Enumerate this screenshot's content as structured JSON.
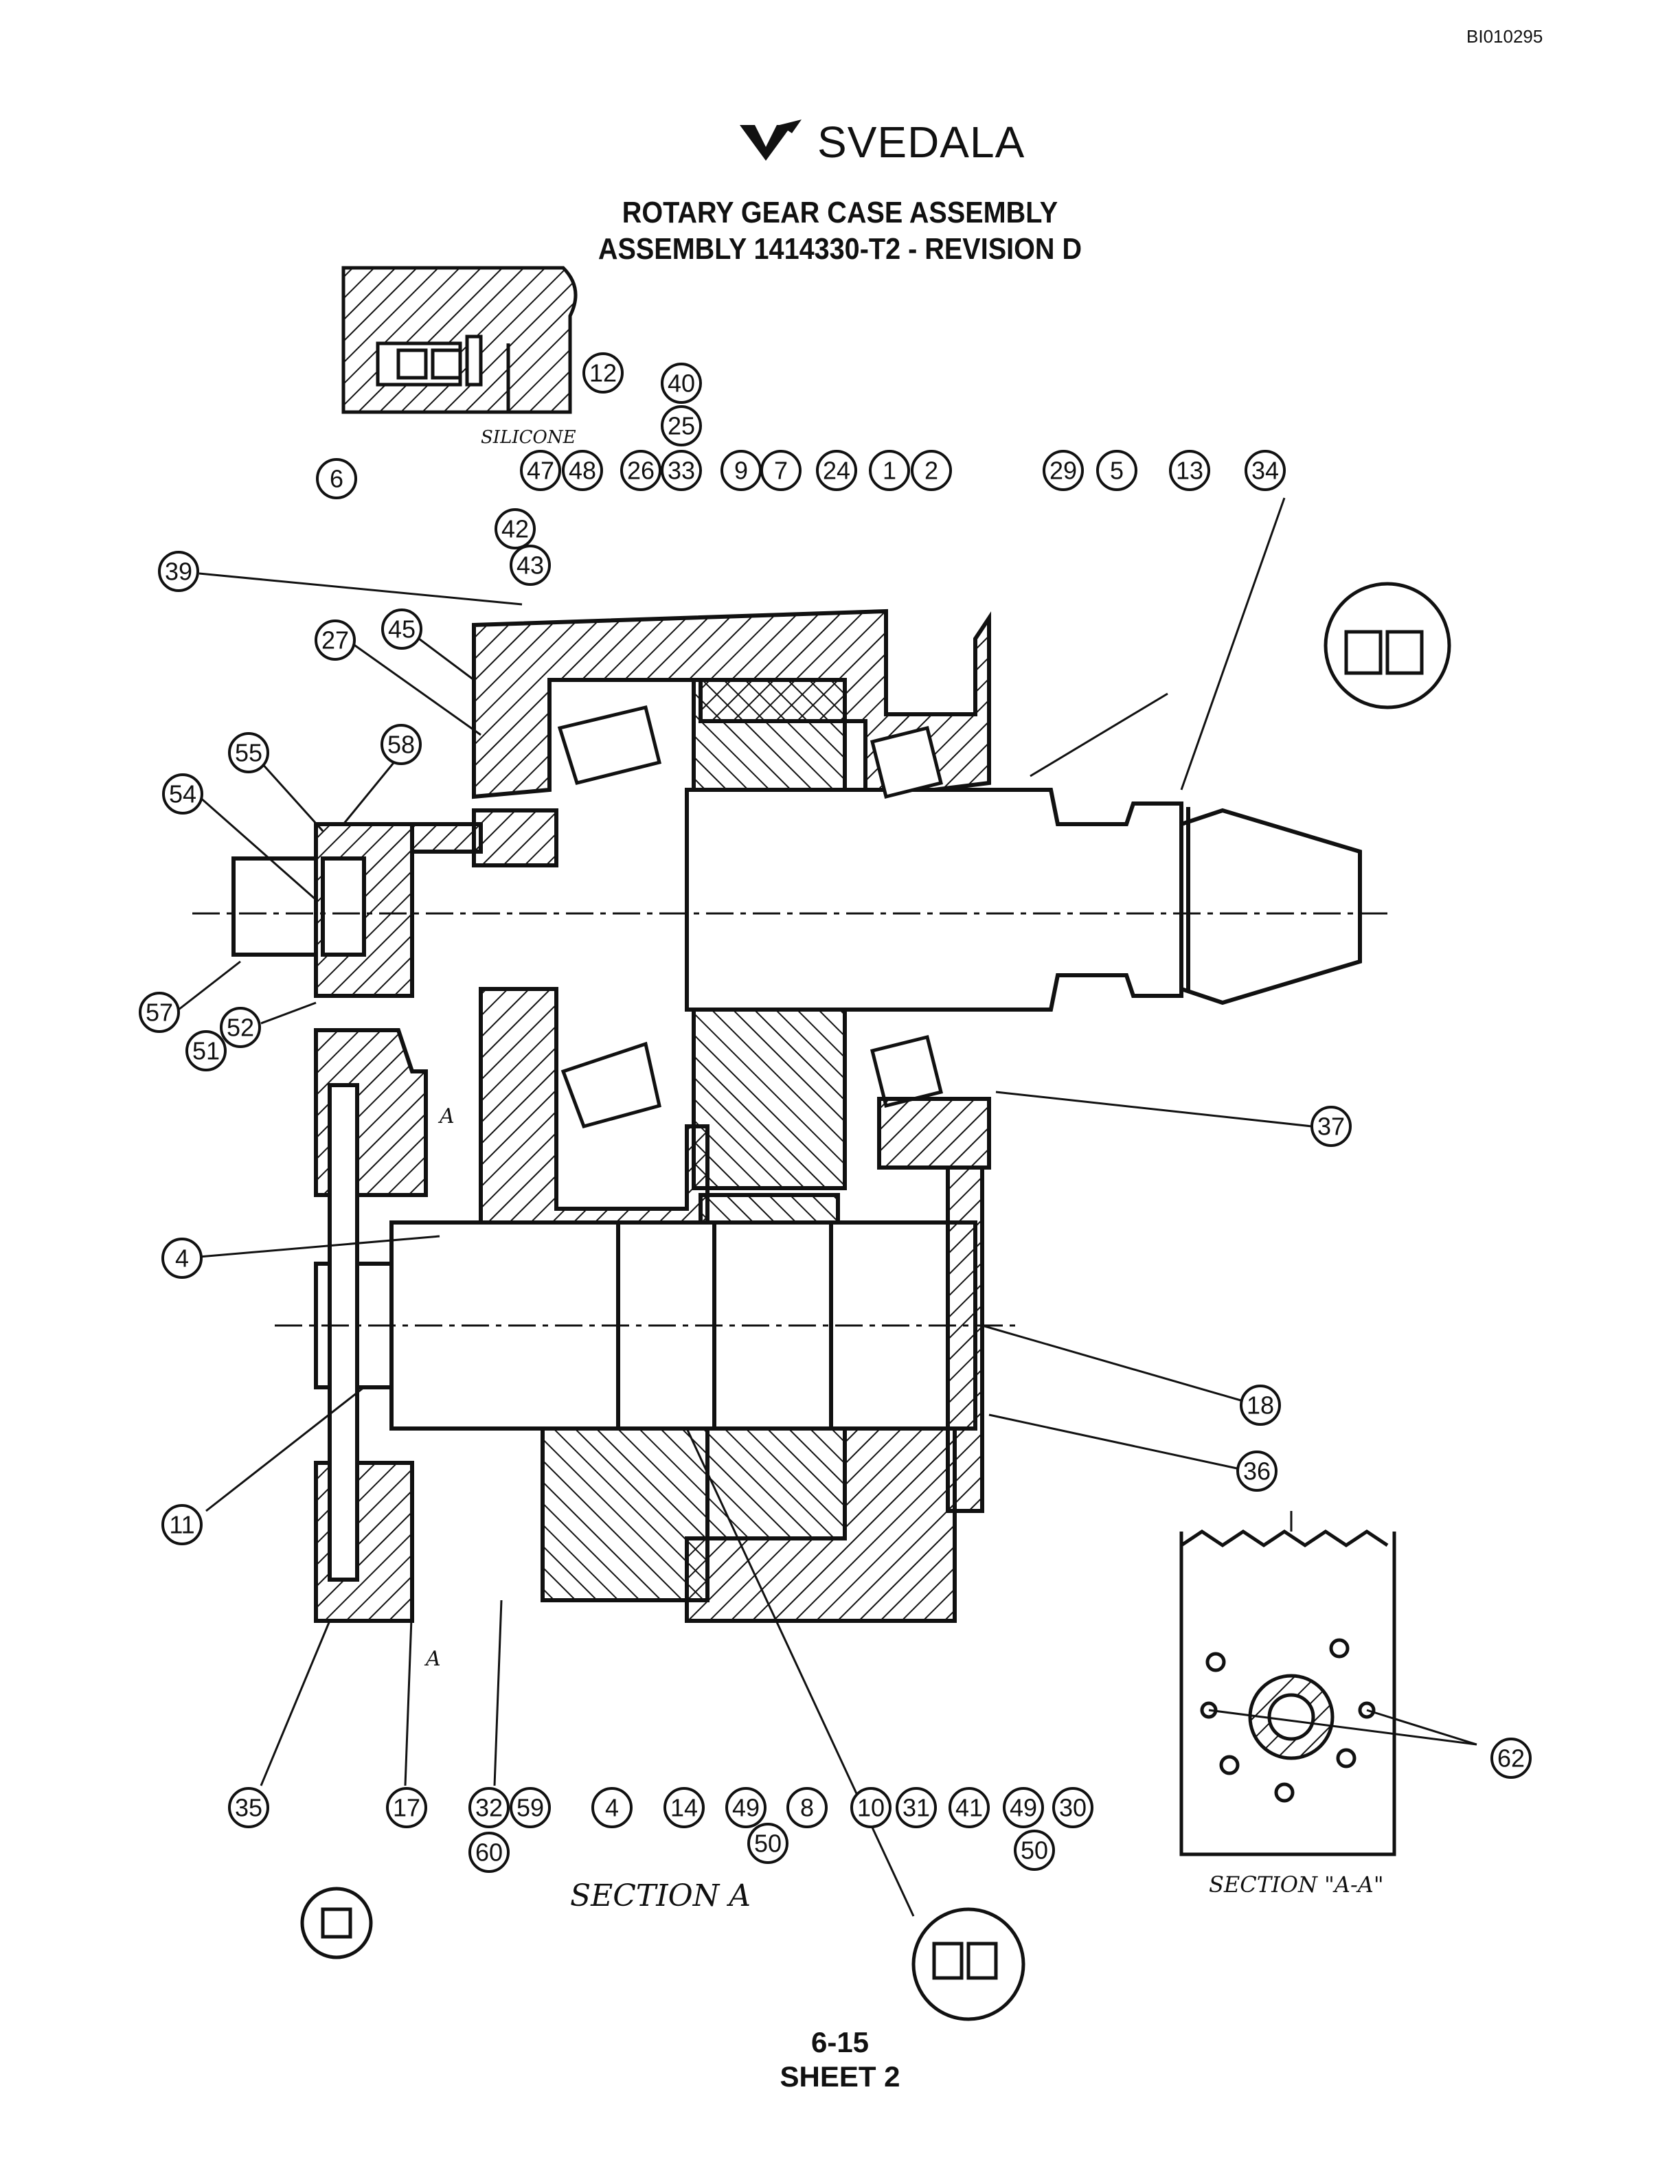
{
  "document_id": "BI010295",
  "brand": {
    "name": "SVEDALA",
    "logo_icon": "svedala-double-chevron-logo"
  },
  "title": {
    "line1": "ROTARY GEAR CASE ASSEMBLY",
    "line2": "ASSEMBLY 1414330-T2 - REVISION D"
  },
  "annotations": {
    "silicone": "SILICONE",
    "section_a": "SECTION A",
    "section_aa": "SECTION \"A-A\"",
    "cut_marker_top": "A",
    "cut_marker_bottom": "A"
  },
  "callouts": [
    "12",
    "6",
    "40",
    "25",
    "47",
    "48",
    "26",
    "33",
    "9",
    "7",
    "24",
    "1",
    "2",
    "29",
    "5",
    "13",
    "34",
    "42",
    "43",
    "39",
    "27",
    "45",
    "55",
    "58",
    "54",
    "57",
    "52",
    "51",
    "37",
    "4",
    "18",
    "11",
    "36",
    "35",
    "17",
    "32",
    "59",
    "60",
    "4",
    "14",
    "49",
    "50",
    "8",
    "10",
    "31",
    "41",
    "49",
    "30",
    "50",
    "62"
  ],
  "footer": {
    "page": "6-15",
    "sheet": "SHEET 2"
  }
}
